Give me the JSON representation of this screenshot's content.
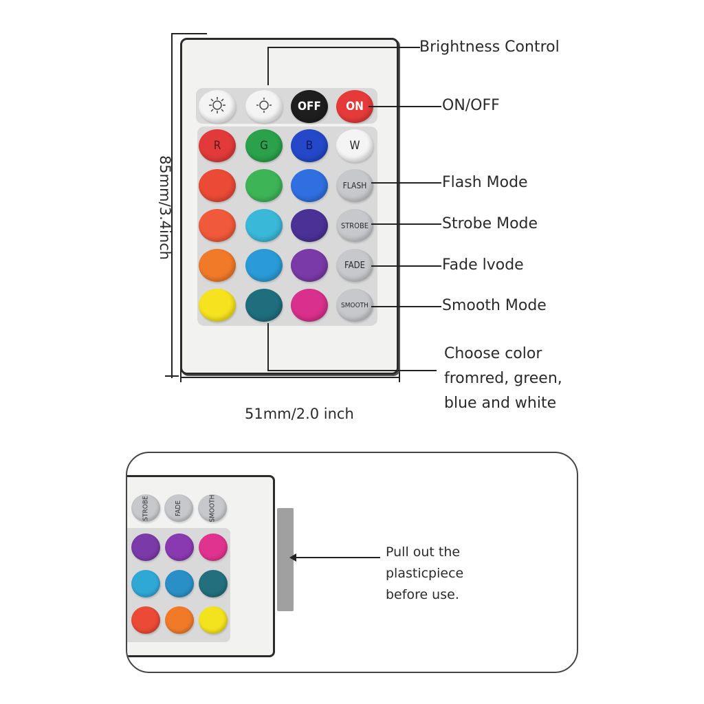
{
  "callouts": {
    "brightness": "Brightness Control",
    "onoff": "ON/OFF",
    "flash": "Flash Mode",
    "strobe": "Strobe Mode",
    "fade": "Fade lvode",
    "smooth": "Smooth Mode",
    "choose_line1": "Choose color",
    "choose_line2": "fromred, green,",
    "choose_line3": "blue and white"
  },
  "dimensions": {
    "height": "85mm/3.4inch",
    "width": "51mm/2.0 inch"
  },
  "remote": {
    "top_buttons": {
      "off": "OFF",
      "on": "ON"
    },
    "rgbw": {
      "r": "R",
      "g": "G",
      "b": "B",
      "w": "W"
    },
    "modes": {
      "flash": "FLASH",
      "strobe": "STROBE",
      "fade": "FADE",
      "smooth": "SMOOTH"
    },
    "colors": {
      "red": "#e23a3a",
      "green": "#2aa14a",
      "blue": "#2448c8",
      "row2": [
        "#ea4a36",
        "#3db556",
        "#2f6fe0"
      ],
      "row3": [
        "#f05a3a",
        "#3ab8d8",
        "#4a3196"
      ],
      "row4": [
        "#f07a28",
        "#2a9bd6",
        "#7a3aa8"
      ],
      "row5": [
        "#f6e21e",
        "#1f6e7e",
        "#d8308c"
      ]
    }
  },
  "inset": {
    "modes": {
      "strobe": "STROBE",
      "fade": "FADE",
      "smooth": "SMOOTH"
    },
    "note_line1": "Pull out the",
    "note_line2": "plasticpiece",
    "note_line3": "before use."
  }
}
